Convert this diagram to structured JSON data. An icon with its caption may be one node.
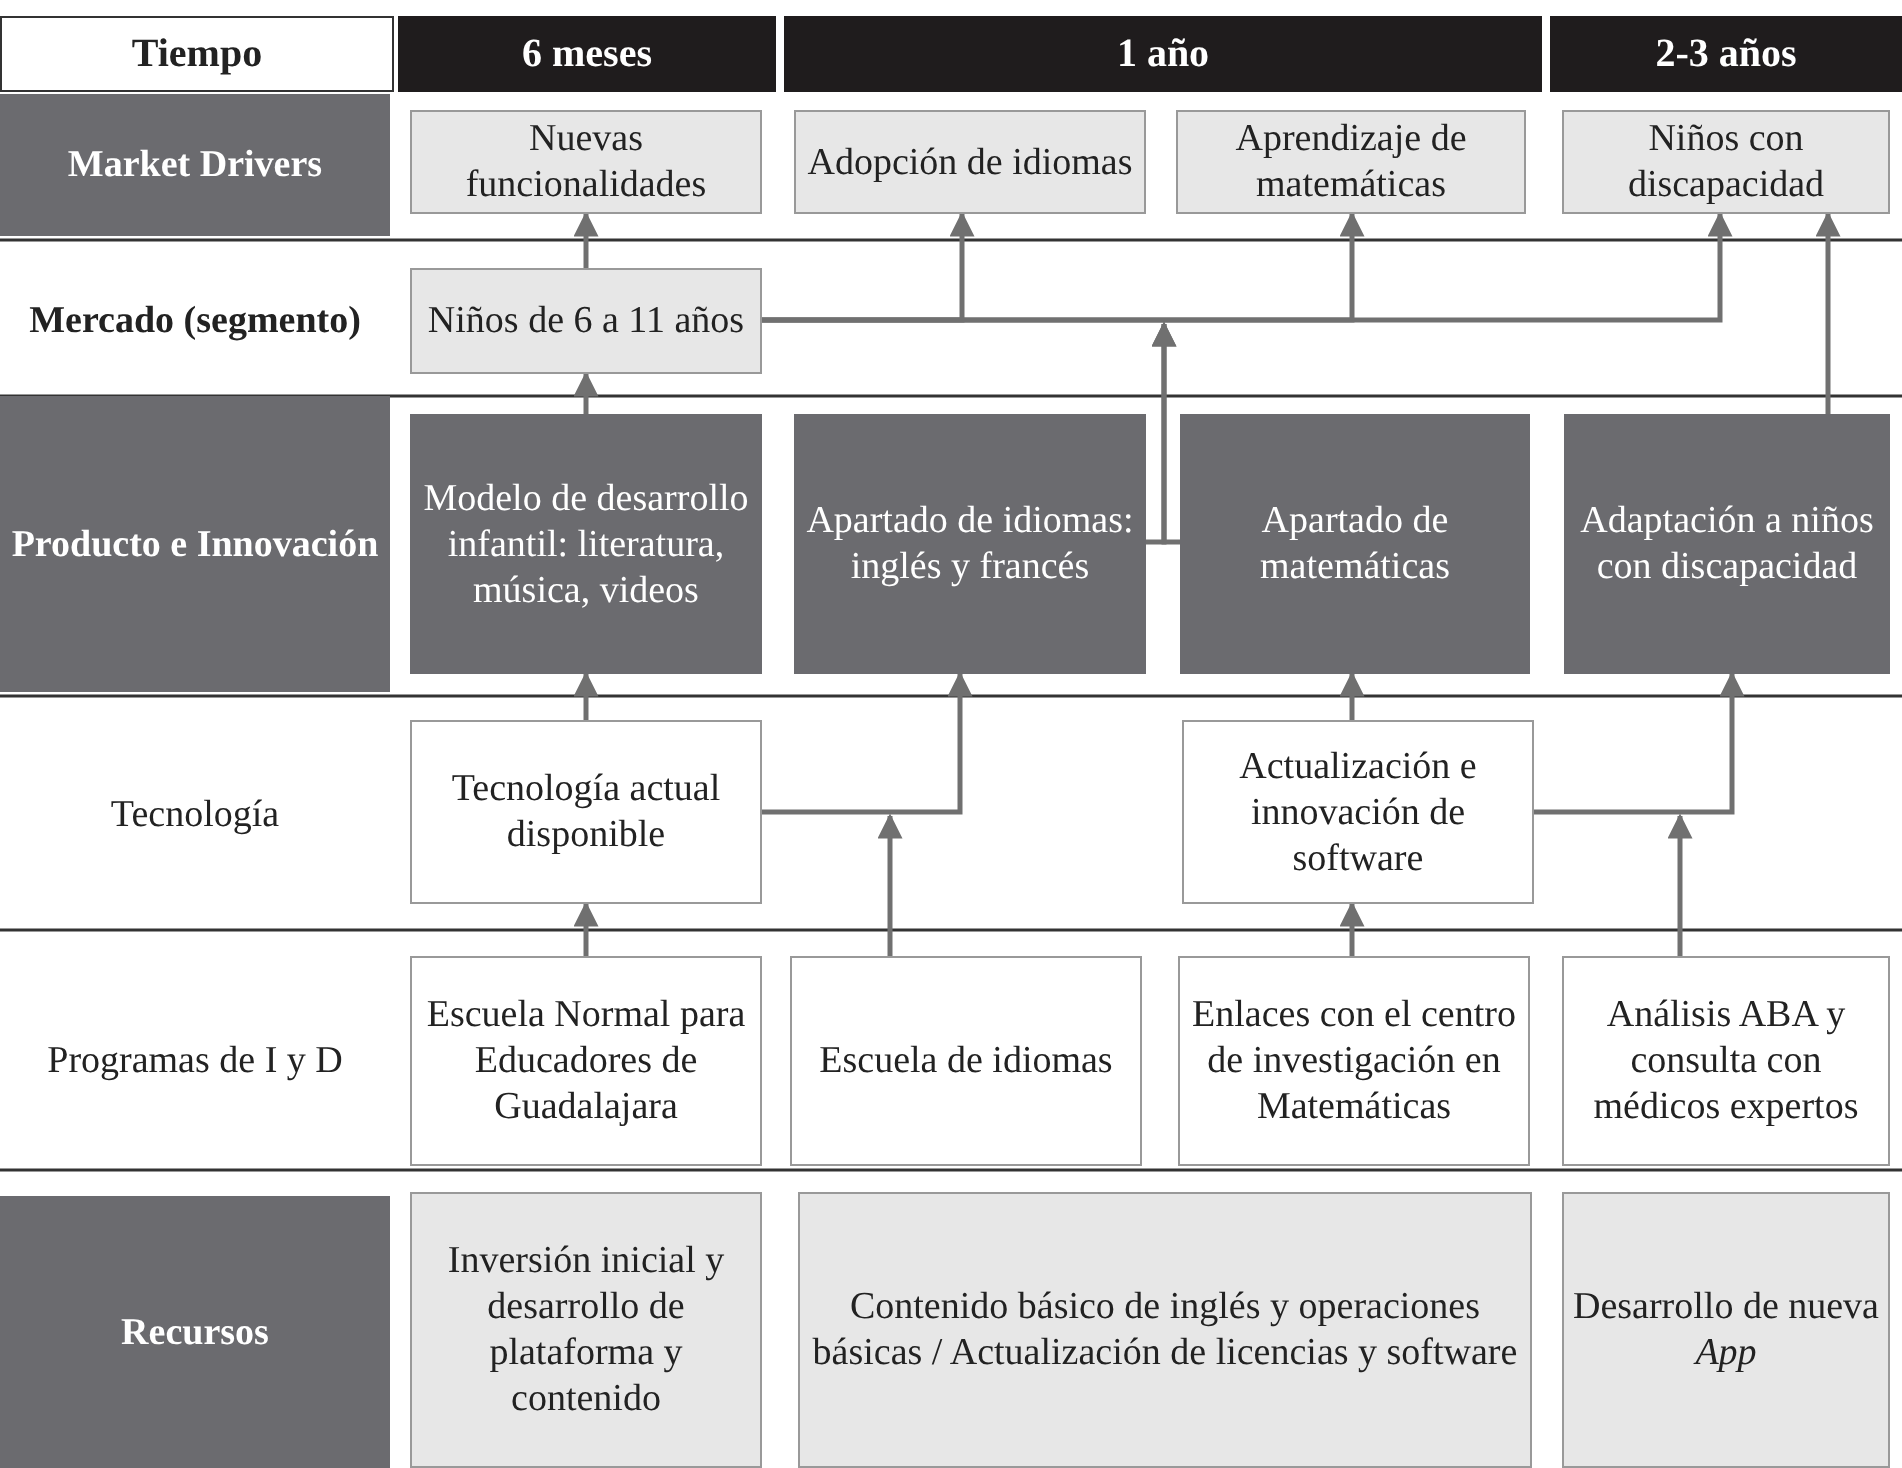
{
  "diagram": {
    "nodes": [
      {
        "text": [
          "Tiempo"
        ]
      },
      {
        "text": [
          "6 meses"
        ]
      },
      {
        "text": [
          "1 año"
        ]
      },
      {
        "text": [
          "2-3 años"
        ]
      },
      {
        "text": [
          "Market Drivers"
        ]
      },
      {
        "text": [
          "Nuevas funcionalidades"
        ]
      },
      {
        "text": [
          "Adopción de idiomas"
        ]
      },
      {
        "text": [
          "Aprendizaje de matemáticas"
        ]
      },
      {
        "text": [
          "Niños con discapacidad"
        ]
      },
      {
        "text": [
          "Niños de 6 a 11 años"
        ]
      },
      {
        "text": [
          "Producto e Innovación"
        ]
      },
      {
        "text": [
          "Modelo de desarrollo infantil: literatura, música, videos"
        ]
      },
      {
        "text": [
          "Apartado de idiomas: inglés y francés"
        ]
      },
      {
        "text": [
          "Apartado de matemáticas"
        ]
      },
      {
        "text": [
          "Adaptación a niños con discapacidad"
        ]
      },
      {
        "text": [
          "Tecnología actual disponible"
        ]
      },
      {
        "text": [
          "Actualización e innovación de software"
        ]
      },
      {
        "text": [
          "Escuela Normal para Educadores de Guadalajara"
        ]
      },
      {
        "text": [
          "Escuela de idiomas"
        ]
      },
      {
        "text": [
          "Enlaces con el centro de investigación en Matemáticas"
        ]
      },
      {
        "text": [
          "Análisis ABA y consulta con médicos expertos"
        ]
      },
      {
        "text": [
          "Recursos"
        ]
      },
      {
        "text": [
          "Inversión inicial y desarrollo de plataforma y contenido"
        ]
      },
      {
        "text": [
          "Contenido básico de inglés y operaciones básicas / Actualización de licencias y software"
        ]
      },
      {
        "text": [
          "Desarrollo de nueva *App*"
        ]
      }
    ],
    "edges": [
      {
        "from": 9,
        "to": 5,
        "arrow": "to"
      },
      {
        "from": 9,
        "to": 6,
        "arrow": "to"
      },
      {
        "from": 9,
        "to": 7,
        "arrow": "to"
      },
      {
        "from": 9,
        "to": 8,
        "arrow": "to"
      },
      {
        "from": 11,
        "to": 9,
        "arrow": "to"
      },
      {
        "from": 12,
        "to": null,
        "arrow": "to"
      },
      {
        "from": 13,
        "to": null,
        "arrow": "to"
      },
      {
        "from": 14,
        "to": 8,
        "arrow": "to"
      },
      {
        "from": 15,
        "to": 11,
        "arrow": "to"
      },
      {
        "from": 15,
        "to": 12,
        "arrow": "to"
      },
      {
        "from": 18,
        "to": null,
        "arrow": "to"
      },
      {
        "from": 16,
        "to": 13,
        "arrow": "to"
      },
      {
        "from": 16,
        "to": 14,
        "arrow": "to"
      },
      {
        "from": 20,
        "to": null,
        "arrow": "to"
      },
      {
        "from": 17,
        "to": 15,
        "arrow": "to"
      },
      {
        "from": 19,
        "to": 16,
        "arrow": "to"
      }
    ],
    "labels": [
      "Mercado (segmento)",
      "Tecnología",
      "Programas de I y D"
    ]
  }
}
